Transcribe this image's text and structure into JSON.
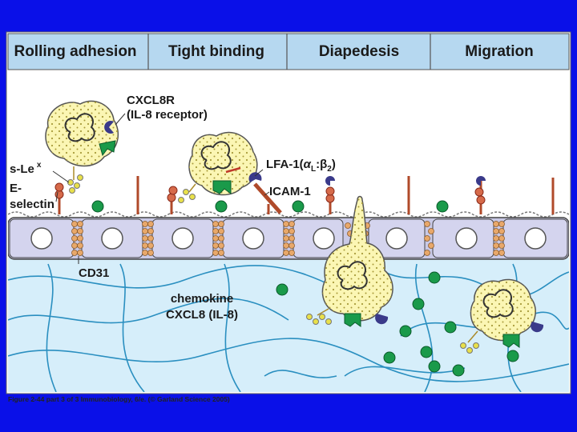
{
  "headers": [
    "Rolling adhesion",
    "Tight binding",
    "Diapedesis",
    "Migration"
  ],
  "labels": {
    "cxcl8r": "CXCL8R",
    "il8_receptor": "(IL-8 receptor)",
    "s_le": "s-Le",
    "s_le_sup": "x",
    "e_selectin_1": "E-",
    "e_selectin_2": "selectin",
    "lfa1": "LFA-1(",
    "alpha": "α",
    "alpha_sub": "L",
    "colon_beta": ":β",
    "beta_sub": "2",
    "close_paren": ")",
    "icam1": "ICAM-1",
    "cd31": "CD31",
    "chemokine": "chemokine",
    "cxcl8": "CXCL8 (IL-8)"
  },
  "caption": "Figure 2-44 part 3 of 3  Immunobiology, 6/e. (© Garland Science 2005)",
  "colors": {
    "slide_bg": "#0a10e8",
    "header_bg": "#b6d8f0",
    "tissue_bg": "#d6eefa",
    "endothelium": "#c9c9e6",
    "leukocyte": "#fbf6b4",
    "chemokine": "#1a9a4a",
    "receptor": "#3a3a8a",
    "selectin": "#d66a4a"
  }
}
